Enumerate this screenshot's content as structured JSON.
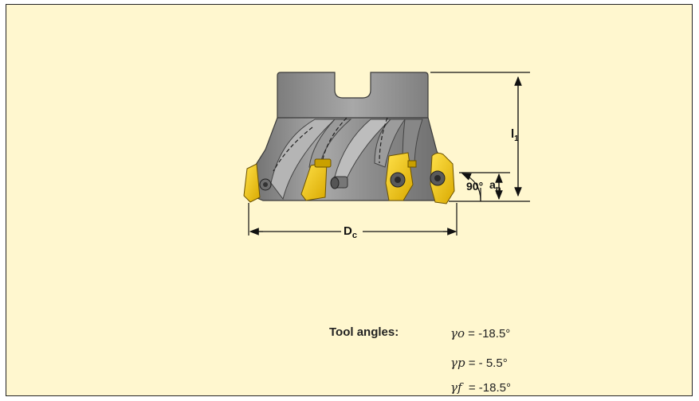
{
  "dimensions": {
    "diameter": {
      "main": "D",
      "sub": "c"
    },
    "length": {
      "main": "l",
      "sub": "1"
    },
    "depth": {
      "main": "a",
      "sub": "p"
    },
    "lead_angle": "90°"
  },
  "tool_angles": {
    "label": "Tool angles:",
    "rows": [
      {
        "symbol": "γo",
        "value": " = -18.5°"
      },
      {
        "symbol": "γp",
        "value": " = - 5.5°"
      },
      {
        "symbol": "γf",
        "value": "  = -18.5°"
      }
    ]
  },
  "colors": {
    "background": "#fff7cf",
    "border": "#222222",
    "cutter_body": "#8e8e8e",
    "insert": "#f2c200"
  }
}
